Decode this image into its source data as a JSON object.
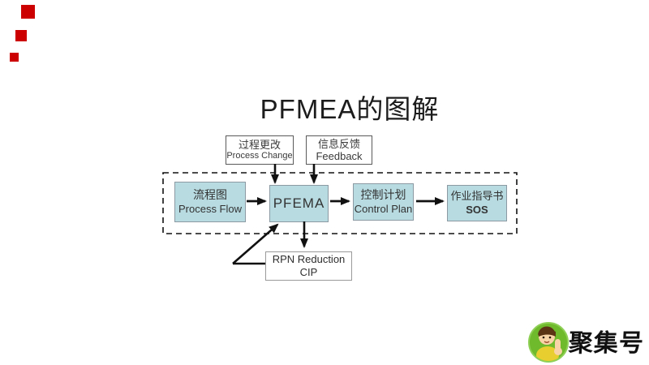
{
  "slide": {
    "title": "PFMEA的图解"
  },
  "diagram": {
    "inputs": [
      {
        "id": "process-change",
        "zh": "过程更改",
        "en": "Process Change"
      },
      {
        "id": "feedback",
        "zh": "信息反馈",
        "en": "Feedback"
      }
    ],
    "flow": [
      {
        "id": "process-flow",
        "zh": "流程图",
        "en": "Process Flow"
      },
      {
        "id": "pfema",
        "label": "PFEMA"
      },
      {
        "id": "control-plan",
        "zh": "控制计划",
        "en": "Control Plan"
      },
      {
        "id": "sos",
        "zh": "作业指导书",
        "en": "SOS"
      }
    ],
    "output": {
      "line1": "RPN Reduction",
      "line2": "CIP"
    },
    "colors": {
      "flow_box_fill": "#b7dbe1",
      "connector_line": "#111111",
      "accent_red": "#cc0000"
    }
  },
  "footer": {
    "logo_text": "聚集号",
    "logo_green": "#6fb92c"
  }
}
